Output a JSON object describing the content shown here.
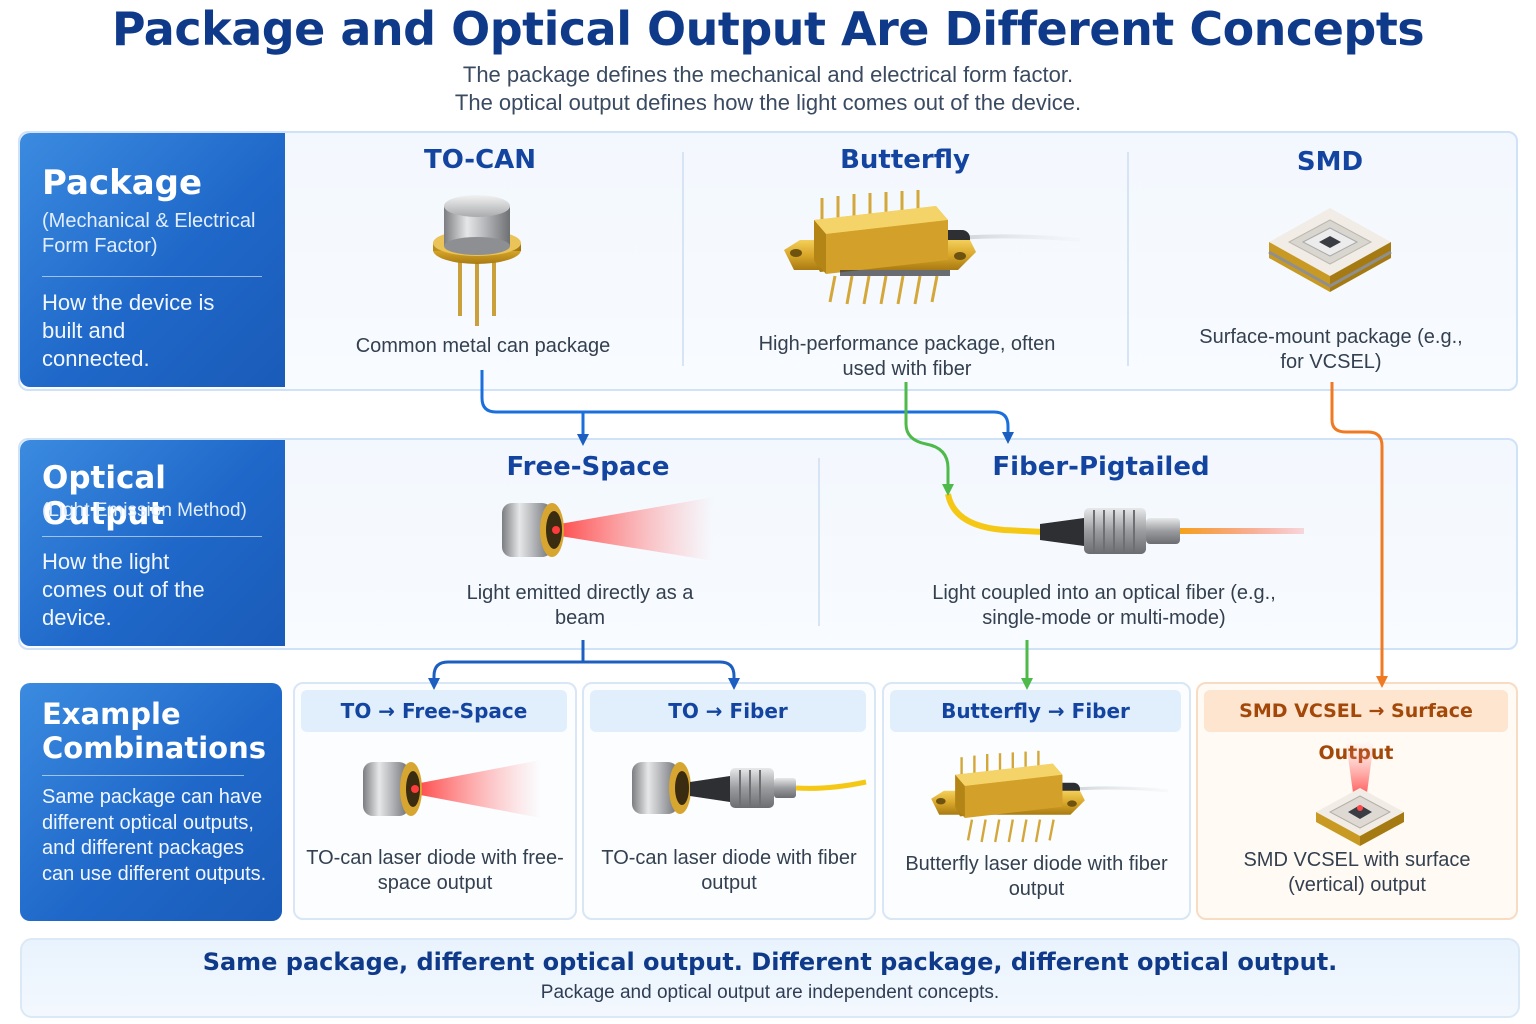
{
  "title": "Package and Optical Output Are Different Concepts",
  "subtitle_1": "The package defines the mechanical and electrical form factor.",
  "subtitle_2": "The optical output defines how the light comes out of the device.",
  "package": {
    "heading": "Package",
    "sub": "(Mechanical & Electrical Form Factor)",
    "desc": "How the device is built and connected.",
    "types": [
      {
        "name": "TO-CAN",
        "caption": "Common metal can package"
      },
      {
        "name": "Butterfly",
        "caption": "High-performance package, often used with fiber"
      },
      {
        "name": "SMD",
        "caption": "Surface-mount package (e.g., for VCSEL)"
      }
    ]
  },
  "optical": {
    "heading": "Optical Output",
    "sub": "(Light Emission Method)",
    "desc": "How the light comes out of the device.",
    "types": [
      {
        "name": "Free-Space",
        "caption": "Light emitted directly as a beam"
      },
      {
        "name": "Fiber-Pigtailed",
        "caption": "Light coupled into an optical fiber (e.g., single-mode or multi-mode)"
      }
    ]
  },
  "examples": {
    "heading": "Example Combinations",
    "desc": "Same package can have different optical outputs, and different packages can use different outputs.",
    "combos": [
      {
        "label": "TO → Free-Space",
        "caption": "TO-can laser diode with free-space output"
      },
      {
        "label": "TO → Fiber",
        "caption": "TO-can laser diode with fiber output"
      },
      {
        "label": "Butterfly → Fiber",
        "caption": "Butterfly laser diode with fiber output"
      },
      {
        "label": "SMD VCSEL → Surface Output",
        "caption": "SMD VCSEL with surface (vertical) output"
      }
    ]
  },
  "bottom": {
    "main": "Same package, different optical output.  Different package, different optical output.",
    "sub": "Package and optical output are independent concepts."
  },
  "colors": {
    "title": "#0f3a8a",
    "sidebar": "#1f68c9",
    "arrow_blue": "#1a6fdc",
    "arrow_green": "#4dba4a",
    "arrow_orange": "#f07a22",
    "gold": "#d9a72a",
    "fiber_yellow": "#f5c816",
    "beam_red": "#ff5a5a"
  },
  "icons": [
    "to-can-icon",
    "butterfly-package-icon",
    "smd-package-icon",
    "free-space-emitter-icon",
    "fiber-pigtail-icon"
  ]
}
